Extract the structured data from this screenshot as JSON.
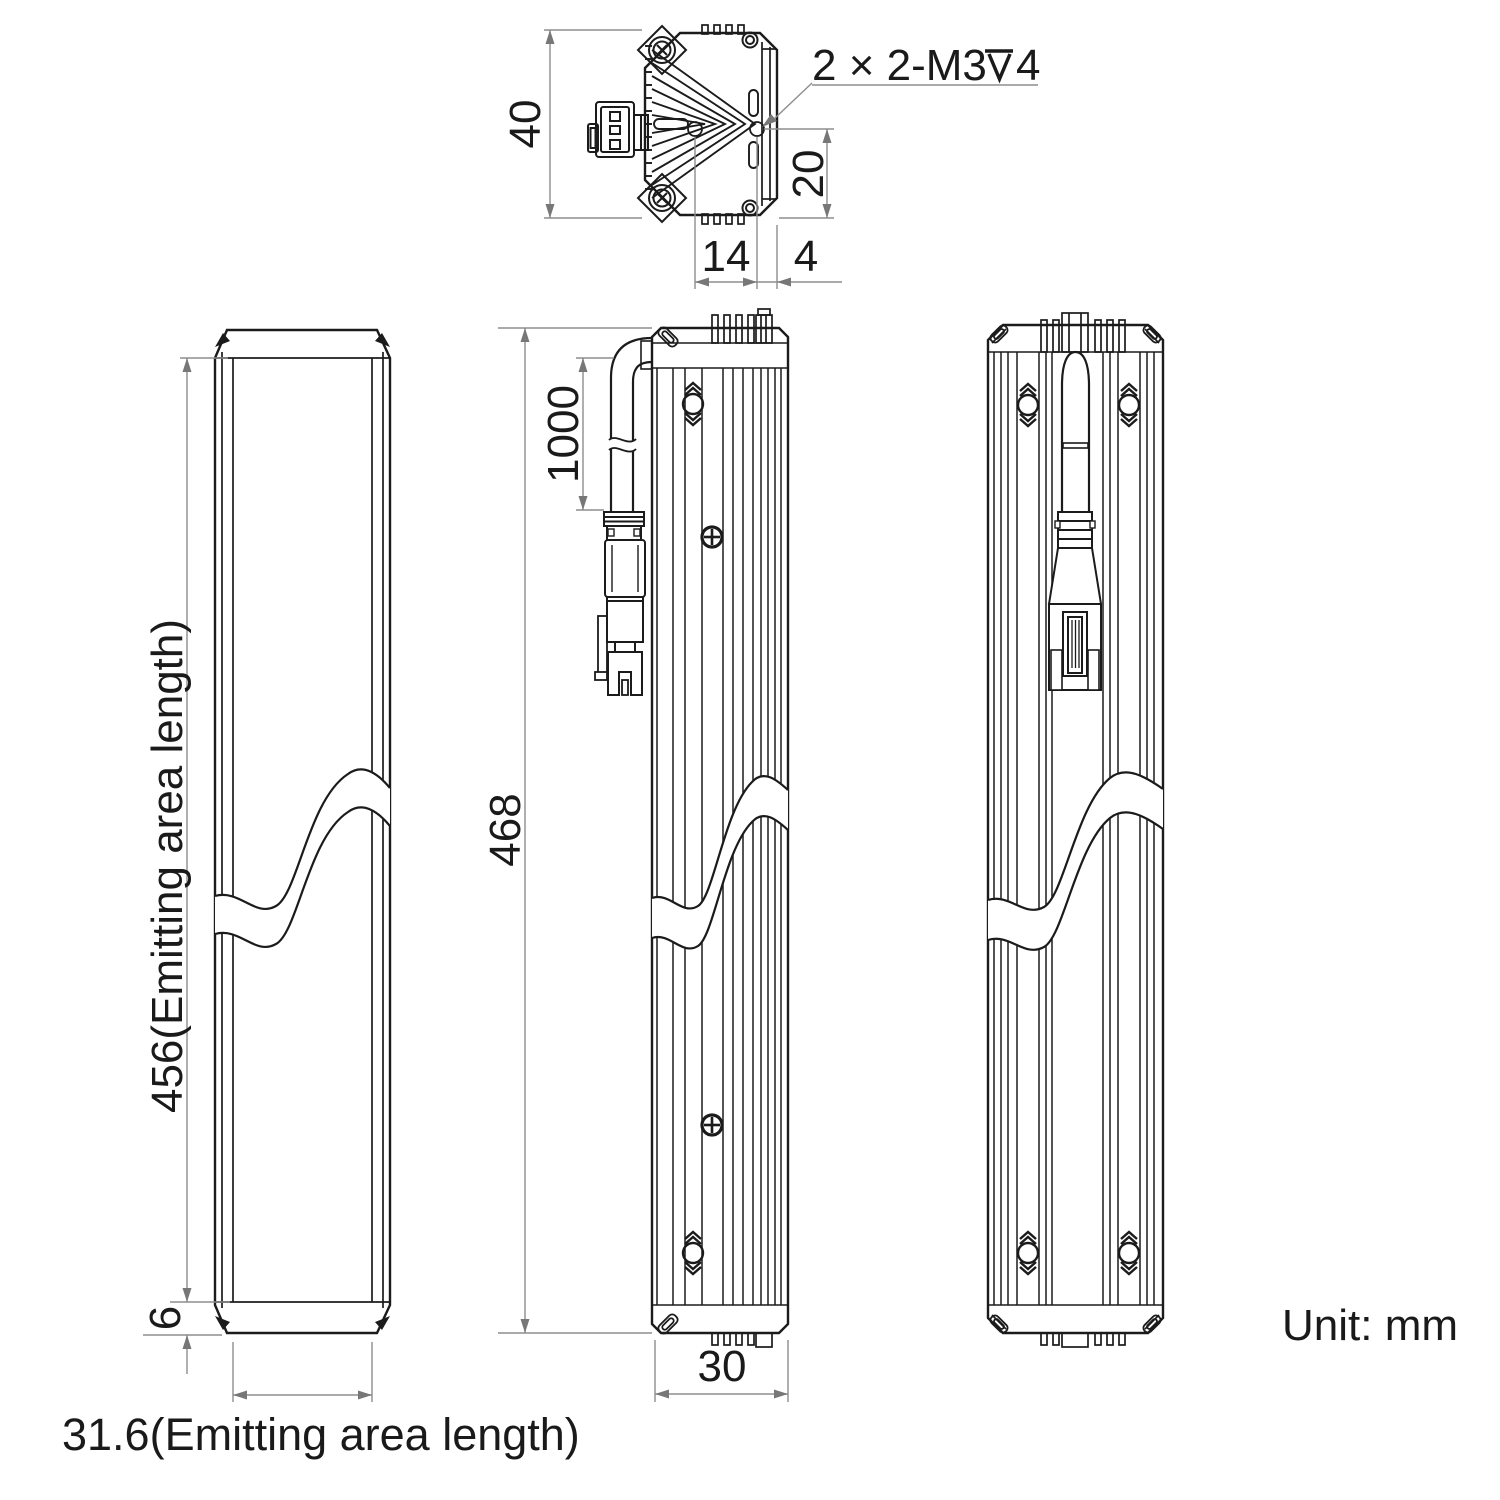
{
  "unit_note": "Unit: mm",
  "top_view": {
    "thread_note_prefix": "2 × 2-M3",
    "thread_note_depth": "4",
    "dim_height": "40",
    "dim_hole_to_edge_vertical": "20",
    "dim_hole_spacing": "14",
    "dim_hole_to_edge_horizontal": "4"
  },
  "front_view": {
    "dim_emitting_length": "456(Emitting area length)",
    "dim_end_cap_height": "6",
    "dim_emitting_width": "31.6(Emitting area length)"
  },
  "side_view": {
    "dim_cable_length": "1000",
    "dim_overall_length": "468",
    "dim_body_width": "30"
  },
  "colors": {
    "line": "#1b1b1b",
    "dim": "#8d8d8d",
    "background": "#ffffff"
  }
}
